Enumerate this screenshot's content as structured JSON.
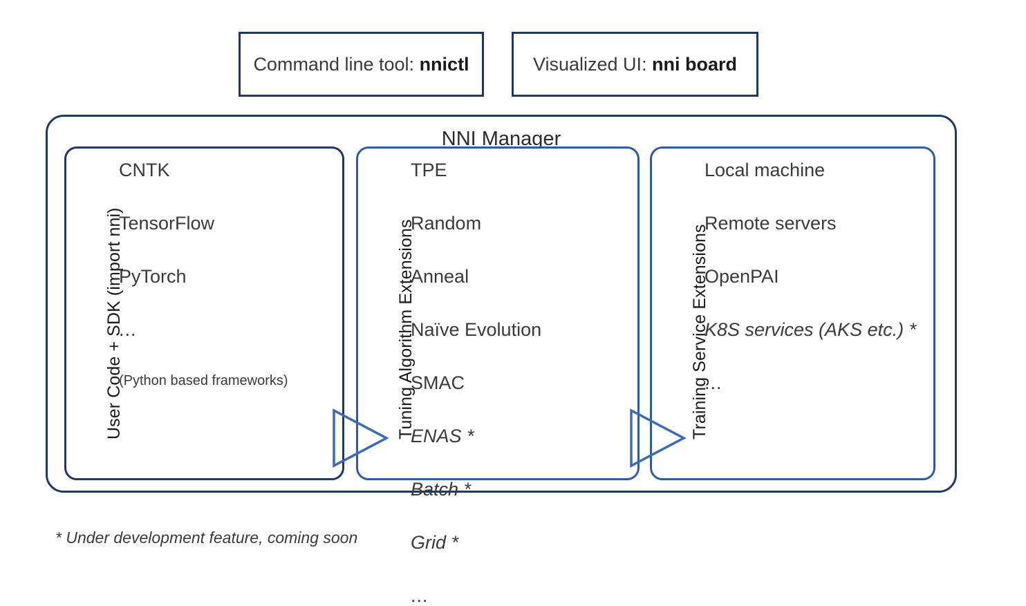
{
  "top_boxes": [
    {
      "prefix": "Command line tool: ",
      "strong": "nnictl"
    },
    {
      "prefix": "Visualized UI: ",
      "strong": "nni board"
    }
  ],
  "manager": {
    "title": "NNI Manager"
  },
  "panels": [
    {
      "side_label": "User Code + SDK (import nni)",
      "items": [
        {
          "text": "CNTK",
          "style": "normal"
        },
        {
          "text": "TensorFlow",
          "style": "normal"
        },
        {
          "text": "PyTorch",
          "style": "normal"
        },
        {
          "text": "...",
          "style": "dots"
        },
        {
          "text": "(Python based frameworks)",
          "style": "small"
        }
      ]
    },
    {
      "side_label": "Tuning Algorithm Extensions",
      "items": [
        {
          "text": "TPE",
          "style": "normal"
        },
        {
          "text": "Random",
          "style": "normal"
        },
        {
          "text": "Anneal",
          "style": "normal"
        },
        {
          "text": "Naïve Evolution",
          "style": "normal"
        },
        {
          "text": "SMAC",
          "style": "normal"
        },
        {
          "text": "ENAS *",
          "style": "italic"
        },
        {
          "text": "Batch *",
          "style": "italic"
        },
        {
          "text": "Grid *",
          "style": "italic"
        },
        {
          "text": "...",
          "style": "dots"
        }
      ]
    },
    {
      "side_label": "Training Service Extensions",
      "items": [
        {
          "text": "Local machine",
          "style": "normal"
        },
        {
          "text": "Remote servers",
          "style": "normal"
        },
        {
          "text": "OpenPAI",
          "style": "normal"
        },
        {
          "text": "K8S services (AKS etc.) *",
          "style": "italic"
        },
        {
          "text": "...",
          "style": "dots"
        }
      ]
    }
  ],
  "arrows": [
    {
      "name": "arrow-usercode-to-tuning"
    },
    {
      "name": "arrow-tuning-to-training"
    }
  ],
  "footnote": "* Under development feature, coming soon",
  "colors": {
    "navy_border": "#1F3864",
    "blue_border": "#2E5AA8",
    "arrow_stroke": "#3B6BB5",
    "text": "#3a3a3a"
  }
}
